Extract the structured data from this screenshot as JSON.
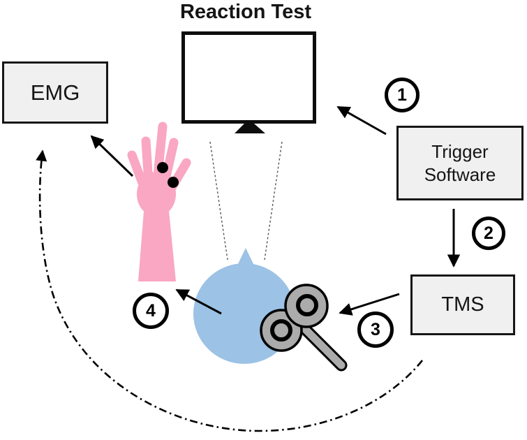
{
  "title": "Reaction Test",
  "boxes": {
    "emg": {
      "label": "EMG"
    },
    "trigger_software": {
      "line1": "Trigger",
      "line2": "Software"
    },
    "tms": {
      "label": "TMS"
    }
  },
  "steps": {
    "s1": "1",
    "s2": "2",
    "s3": "3",
    "s4": "4"
  },
  "colors": {
    "stimulus_yellow": "#f6ec0f",
    "stimulus_red": "#e8212e",
    "head_blue": "#9cc2e5",
    "hand_pink": "#f9a7c2",
    "coil_gray": "#ababab",
    "electrode_black": "#000000",
    "box_fill": "#f0f0f0",
    "line_black": "#000000"
  }
}
